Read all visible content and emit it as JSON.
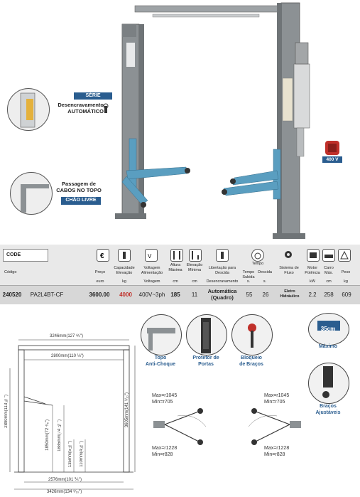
{
  "hero": {
    "serie_tag": "SÉRIE",
    "desencrav_label_1": "Desencravamento",
    "desencrav_label_2": "AUTOMÁTICO",
    "passagem_label_1": "Passagem de",
    "passagem_label_2": "CABOS NO TOPO",
    "chao_tag": "CHÃO LIVRE",
    "voltage_badge": "400 V"
  },
  "specs": {
    "code_header": "CODE",
    "columns": [
      {
        "header": "Código",
        "unit": ""
      },
      {
        "header": "Preço",
        "unit": "euro"
      },
      {
        "header": "Capacidade Elevação",
        "unit": "kg"
      },
      {
        "header": "Voltagem Alimentação",
        "unit": "Voltagem"
      },
      {
        "header": "Altura Máxima",
        "unit": "cm"
      },
      {
        "header": "Elevação Mínima",
        "unit": "cm"
      },
      {
        "header": "Libertação para Descida",
        "unit": "Desencravamento"
      },
      {
        "header": "Tempo Subida",
        "unit": "s."
      },
      {
        "header": "Descida",
        "unit": "s."
      },
      {
        "header": "Sistema de Fluxo",
        "unit": ""
      },
      {
        "header": "Motor Potência",
        "unit": "kW"
      },
      {
        "header": "Carro Máx.",
        "unit": "cm"
      },
      {
        "header": "Peso",
        "unit": "kg"
      }
    ],
    "tempo_header": "Tempo",
    "row": {
      "code_num": "240520",
      "code_model": "PA2L4BT-CF",
      "price": "3600.00",
      "capacity": "4000",
      "voltage": "400V~3ph",
      "max_height": "185",
      "min_height": "11",
      "release_1": "Automática",
      "release_2": "(Quadro)",
      "up": "55",
      "down": "26",
      "flow_1": "Eletro",
      "flow_2": "Hidráulico",
      "power": "2.2",
      "car": "258",
      "weight": "609"
    }
  },
  "features": {
    "topo_1": "Topo",
    "topo_2": "Anti-Choque",
    "protetor_1": "Protetor de",
    "protetor_2": "Portas",
    "bloqueio_1": "Bloqueio",
    "bloqueio_2": "de Braços",
    "maximo_val": "35cm",
    "maximo": "Máximo",
    "bracos_1": "Braços",
    "bracos_2": "Ajustáveis"
  },
  "dims": {
    "top_width": "3246mm(127 ⅘\")",
    "inner_width": "2800mm(110 ⅛\")",
    "base_inner": "2576mm(101 ⅖\")",
    "base_outer": "3426mm(134 ⁹⁄₁₀\")",
    "height_left": "2890mm(113 ¾\")",
    "height_right": "3605mm(141 ⁹⁄₁₀\")",
    "h1": "1850mm(72 ⁴⁄₅\")",
    "h2": "1885mm(74 ⅕\")",
    "h3": "135mm(5 ⅓\")",
    "h4": "110mm(4 ⅓\")",
    "arm_tl_max": "Max=r1045",
    "arm_tl_min": "Min=r705",
    "arm_tr_max": "Max=r1045",
    "arm_tr_min": "Min=r705",
    "arm_bl_max": "Max=r1228",
    "arm_bl_min": "Min=r828",
    "arm_br_max": "Max=r1228",
    "arm_br_min": "Min=r828"
  },
  "colors": {
    "accent": "#2a5d8f",
    "lift_blue": "#5a9ec0",
    "post_grey": "#8c9194",
    "badge_red": "#c0302a"
  }
}
